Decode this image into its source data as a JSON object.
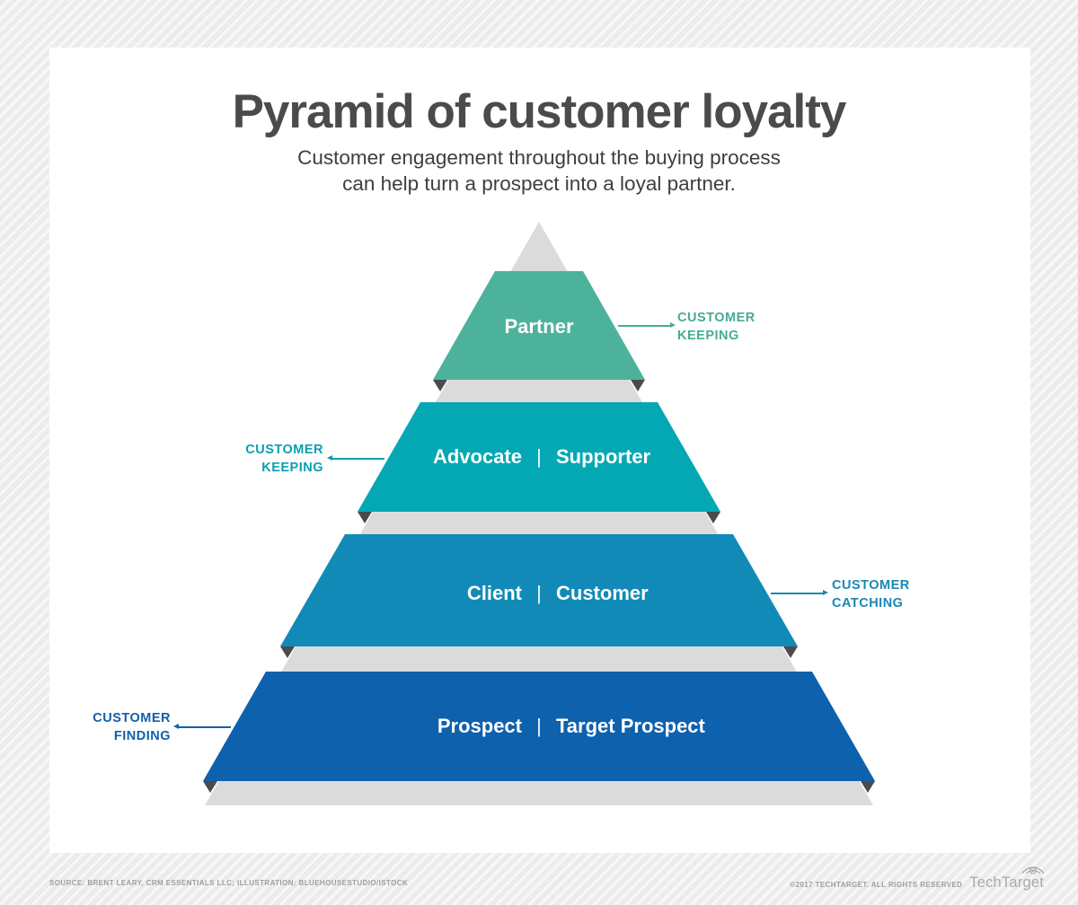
{
  "title": "Pyramid of customer loyalty",
  "subtitle": {
    "line1": "Customer engagement throughout the buying process",
    "line2": "can help turn a prospect into a loyal partner."
  },
  "pyramid": {
    "silhouette_color": "#dbdbdc",
    "notch_color": "#4a4a50",
    "label_separator": "|",
    "text_color": "#ffffff",
    "layers": [
      {
        "name": "partner",
        "label_left": "Partner",
        "label_right": "",
        "color": "#4db29c"
      },
      {
        "name": "advocate",
        "label_left": "Advocate",
        "label_right": "Supporter",
        "color": "#04a8b4"
      },
      {
        "name": "client",
        "label_left": "Client",
        "label_right": "Customer",
        "color": "#128ab8"
      },
      {
        "name": "prospect",
        "label_left": "Prospect",
        "label_right": "Target Prospect",
        "color": "#0e61ad"
      }
    ],
    "callouts": [
      {
        "line1": "CUSTOMER",
        "line2": "KEEPING",
        "side": "right",
        "color": "#47ab94"
      },
      {
        "line1": "CUSTOMER",
        "line2": "KEEPING",
        "side": "left",
        "color": "#0ba0b0"
      },
      {
        "line1": "CUSTOMER",
        "line2": "CATCHING",
        "side": "right",
        "color": "#1987b5"
      },
      {
        "line1": "CUSTOMER",
        "line2": "FINDING",
        "side": "left",
        "color": "#1160ab"
      }
    ]
  },
  "footer": {
    "source": "SOURCE: BRENT LEARY, CRM ESSENTIALS LLC; ILLUSTRATION: BLUEHOUSESTUDIO/ISTOCK",
    "copyright": "©2017 TECHTARGET. ALL RIGHTS RESERVED",
    "logo_text": "TechTarget"
  }
}
